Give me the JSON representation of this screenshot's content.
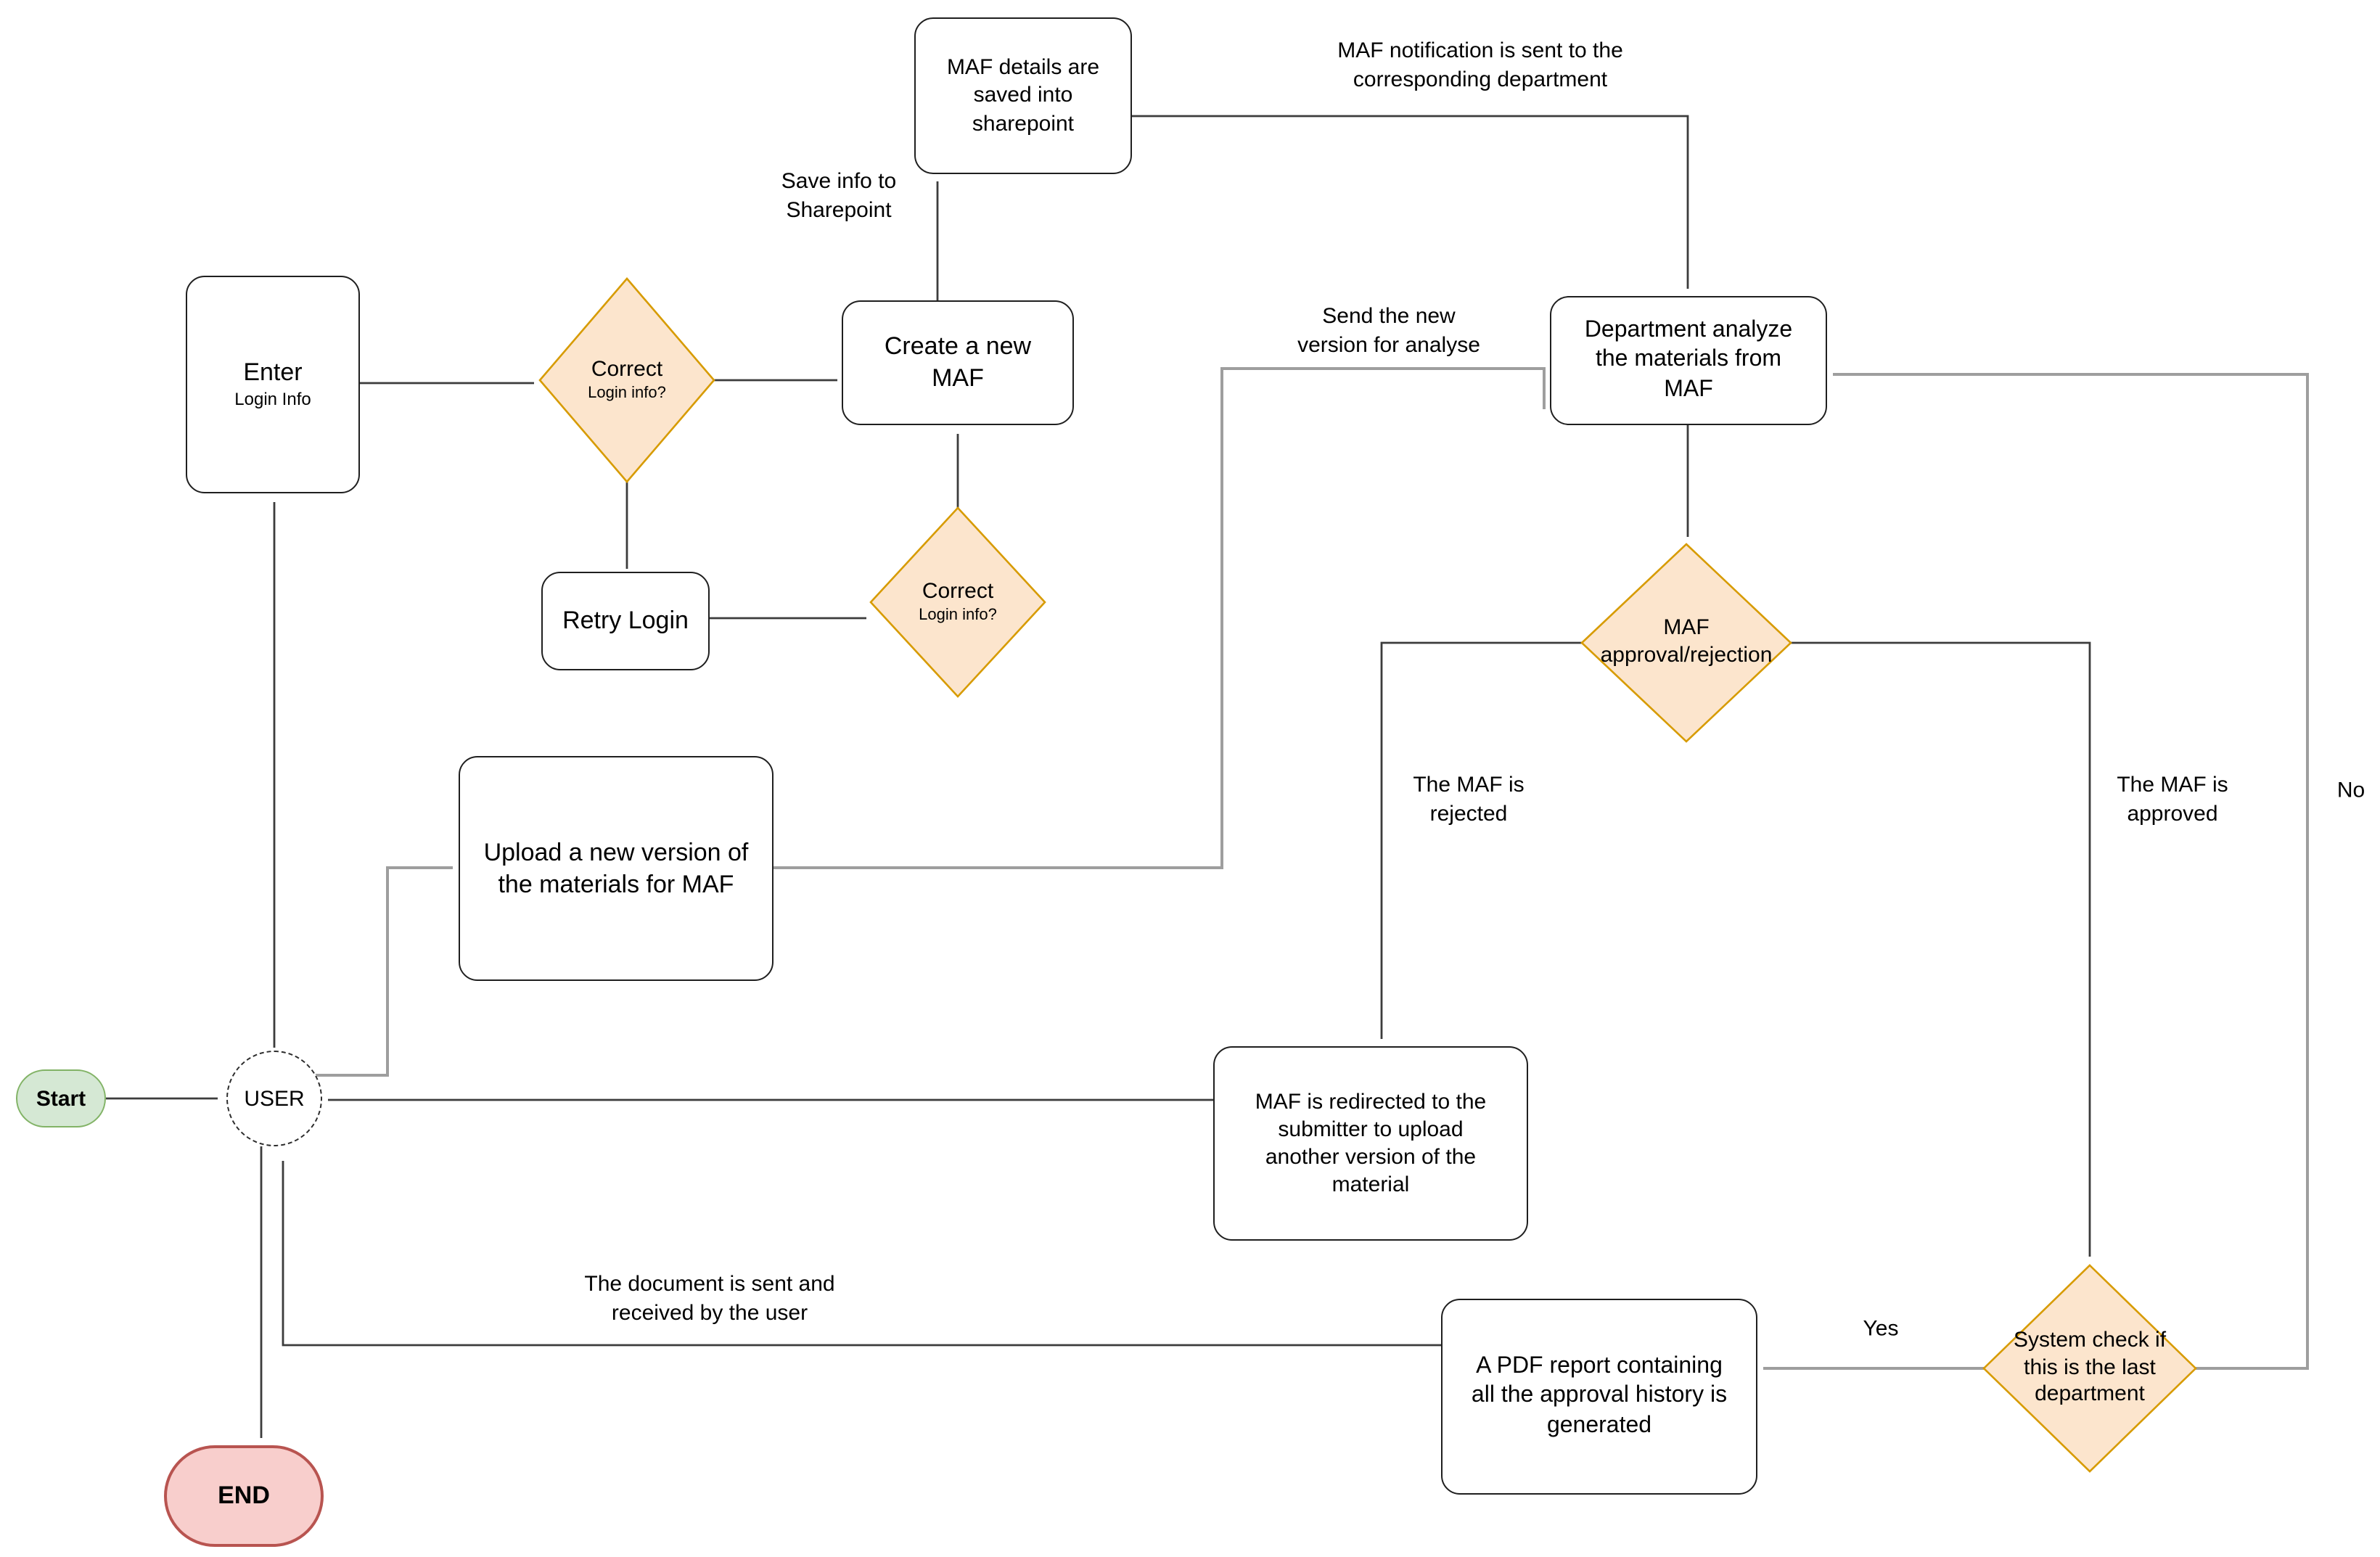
{
  "title": "MAF approval workflow flowchart",
  "colors": {
    "background": "#ffffff",
    "node_fill": "#ffffff",
    "node_stroke": "#1f1f1f",
    "diamond_fill": "#fce5cd",
    "diamond_stroke": "#d79b00",
    "start_fill": "#d5e8d4",
    "start_stroke": "#82b366",
    "end_fill": "#f8cecc",
    "end_stroke": "#b85450",
    "edge_dark": "#3c3c3c",
    "edge_gray": "#9e9e9e",
    "text": "#000000"
  },
  "nodes": {
    "start": {
      "label": "Start"
    },
    "user": {
      "label": "USER"
    },
    "enter": {
      "title": "Enter",
      "subtitle": "Login Info"
    },
    "correct1": {
      "title": "Correct",
      "subtitle": "Login info?"
    },
    "correct2": {
      "title": "Correct",
      "subtitle": "Login info?"
    },
    "retry": {
      "label": "Retry Login"
    },
    "create": {
      "label": "Create a new\nMAF"
    },
    "sharepoint": {
      "label": "MAF details are\nsaved into\nsharepoint"
    },
    "department": {
      "label": "Department analyze\nthe materials from\nMAF"
    },
    "approval": {
      "label": "MAF\napproval/rejection"
    },
    "upload": {
      "label": "Upload a new version of\nthe materials for MAF"
    },
    "redirect": {
      "label": "MAF is redirected to the\nsubmitter to upload\nanother version of the\nmaterial"
    },
    "pdf": {
      "label": "A PDF report containing\nall the approval history is\ngenerated"
    },
    "syscheck": {
      "label": "System check if\nthis is the last\ndepartment"
    },
    "end": {
      "label": "END"
    }
  },
  "edge_labels": {
    "notification": "MAF notification is sent to the\ncorresponding department",
    "save_info": "Save info to\nSharepoint",
    "send_new_version": "Send the new\nversion for analyse",
    "rejected": "The MAF is\nrejected",
    "approved": "The MAF is\napproved",
    "yes": "Yes",
    "no": "No",
    "document_sent": "The document is sent and\nreceived by the user"
  }
}
